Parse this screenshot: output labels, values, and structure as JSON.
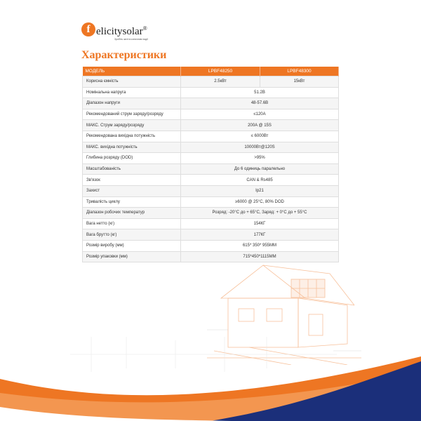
{
  "logo": {
    "letter": "f",
    "name": "elicitysolar",
    "reg": "®",
    "tagline": "Зробіть життя сонячним надії"
  },
  "title": "Характеристики",
  "table": {
    "header": [
      "МОДЕЛЬ",
      "LPBF48250",
      "LPBF48300"
    ],
    "rows": [
      [
        "Корисна ємність",
        "2.5кВт",
        "15кВт"
      ],
      [
        "Номінальна напруга",
        "51.2B"
      ],
      [
        "Діапазон напруги",
        "48-57.6B"
      ],
      [
        "Рекомендований струм заряду/розряду",
        "≤120A"
      ],
      [
        "МАКС. Струм заряду/розряду",
        "200A @ 15S"
      ],
      [
        "Рекомендована вихідна потужність",
        "≤ 6000Вт"
      ],
      [
        "МАКС. вихідна потужність",
        "10000Вт@120S"
      ],
      [
        "Глибина розряду (DOD)",
        ">95%"
      ],
      [
        "Масштабованість",
        "До 6 одиниць паралельно"
      ],
      [
        "Зв'язок",
        "CAN & Rs485"
      ],
      [
        "Захист",
        "Ip21"
      ],
      [
        "Тривалість циклу",
        "≥6000 @ 25°C, 80% DOD"
      ],
      [
        "Діапазон робочих температур",
        "Розряд: -20°C до + 65°C, Заряд: + 0°C до + 55°C"
      ],
      [
        "Вага нетто (кг)",
        "154КГ"
      ],
      [
        "Вага брутто (кг)",
        "177КГ"
      ],
      [
        "Розмір виробу (мм)",
        "615* 350* 955MM"
      ],
      [
        "Розмір упаковки (мм)",
        "715*450*1115MM"
      ]
    ]
  },
  "colors": {
    "accent": "#ee7623",
    "wave_blue": "#1b2f7a"
  }
}
